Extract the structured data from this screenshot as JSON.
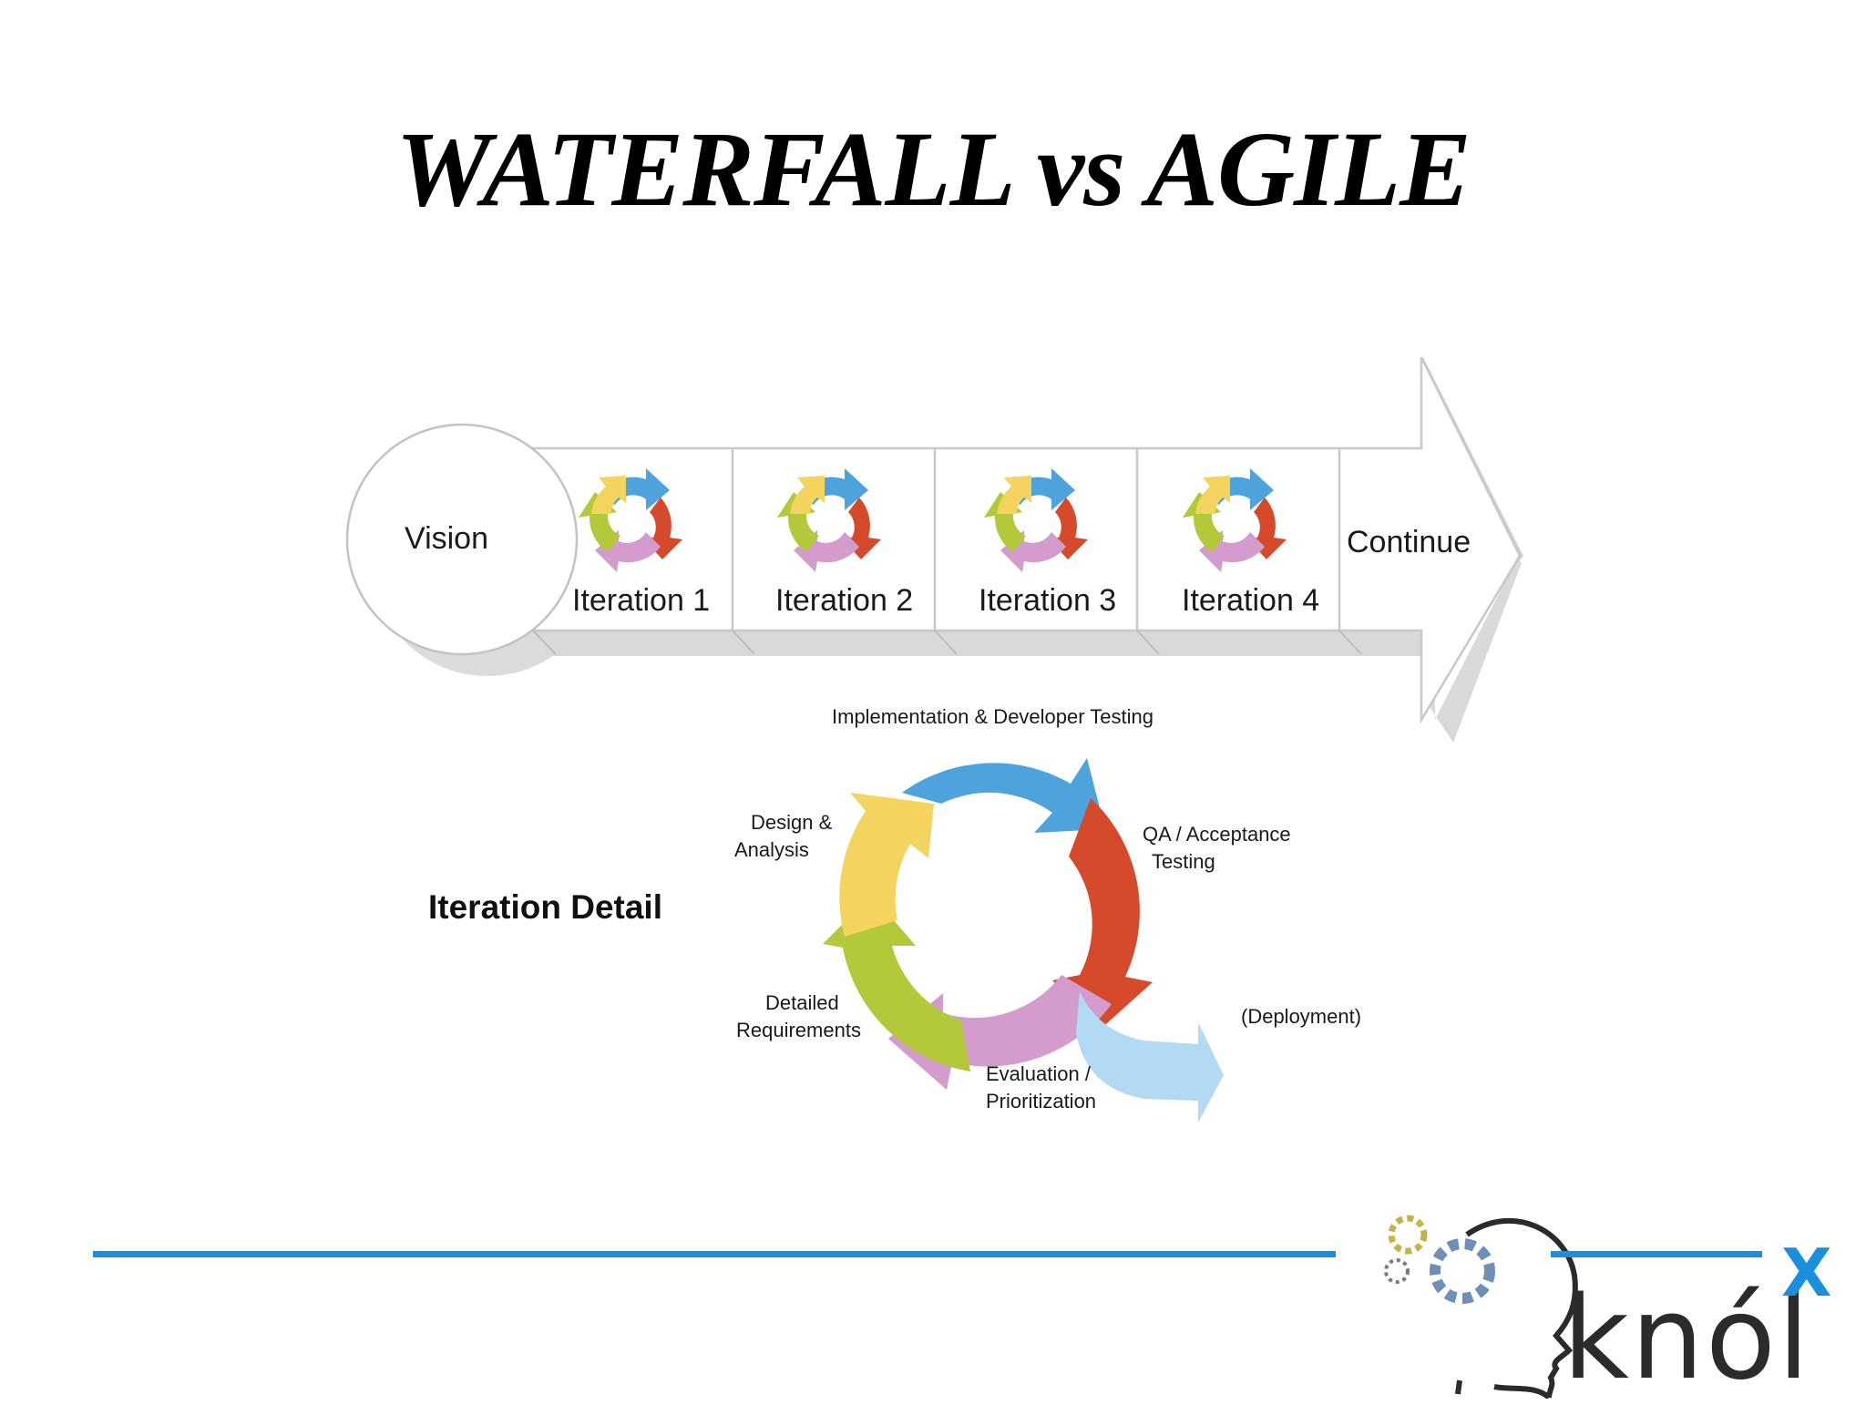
{
  "title": "WATERFALL vs AGILE",
  "timeline": {
    "vision_label": "Vision",
    "iterations": [
      "Iteration 1",
      "Iteration 2",
      "Iteration 3",
      "Iteration 4"
    ],
    "continue_label": "Continue"
  },
  "detail": {
    "heading": "Iteration Detail",
    "implementation": "Implementation & Developer Testing",
    "design": [
      "Design &",
      "Analysis"
    ],
    "qa": [
      "QA / Acceptance",
      "Testing"
    ],
    "requirements": [
      "Detailed",
      "Requirements"
    ],
    "evaluation": [
      "Evaluation /",
      "Prioritization"
    ],
    "deployment": "(Deployment)"
  },
  "colors": {
    "blue": "#4fa3dd",
    "red": "#d44a2a",
    "purple": "#d39ccc",
    "green": "#b3c93a",
    "yellow": "#f4d35e",
    "light_blue": "#b3daf4",
    "accent_line": "#1a8fdc"
  },
  "logo": {
    "text": "knól",
    "superscript": "X"
  }
}
